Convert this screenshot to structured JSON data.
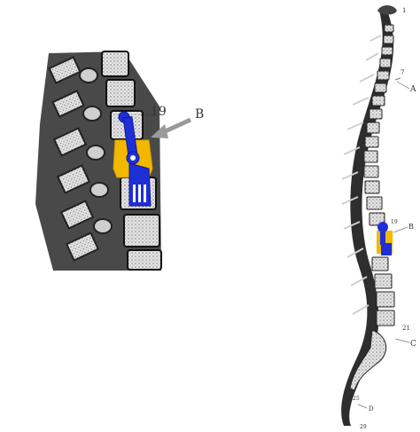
{
  "labels": {
    "zoom_number": "19",
    "zoom_letter": "B",
    "spine_top": "1",
    "spine_7": "7",
    "spine_A": "A",
    "spine_19": "19",
    "spine_B": "B",
    "spine_21": "21",
    "spine_C": "C",
    "spine_25": "25",
    "spine_D": "D",
    "spine_29": "29"
  },
  "colors": {
    "implant": "#1f2fd6",
    "spacer": "#f2b800",
    "bone_dark": "#2e2e2e",
    "bone_light": "#d9d9d9",
    "arrow": "#9a9a9a"
  }
}
